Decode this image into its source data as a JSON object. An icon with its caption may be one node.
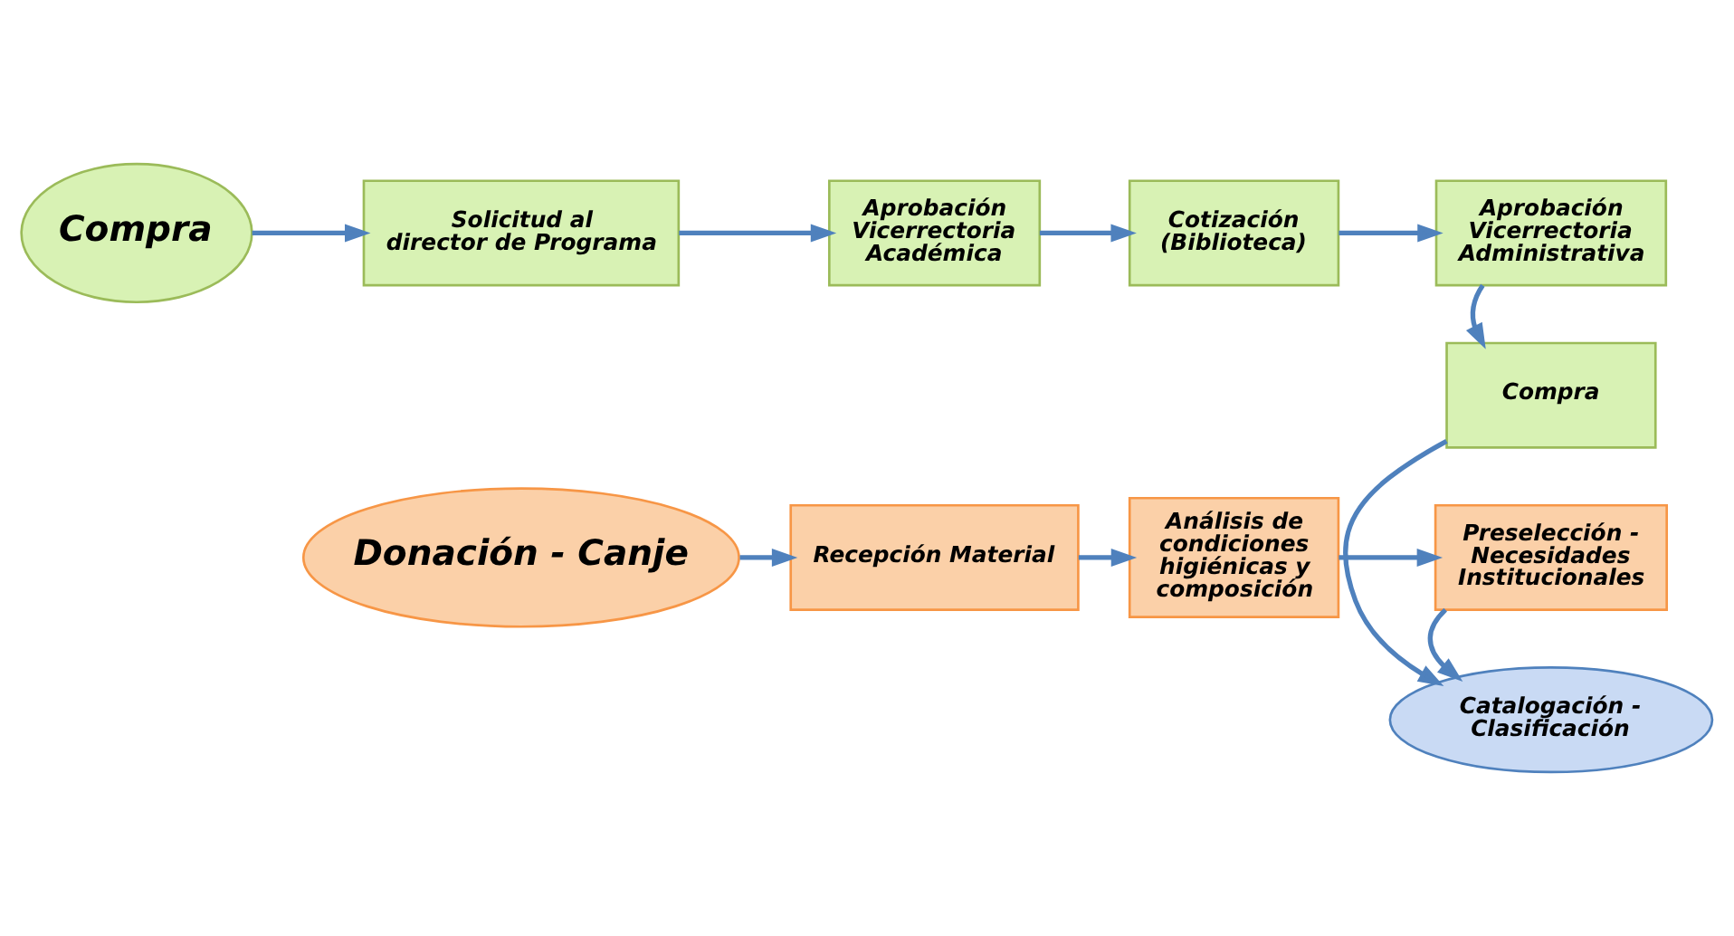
{
  "diagram": {
    "nodes": [
      {
        "text": [
          "Compra"
        ]
      },
      {
        "text": [
          "Solicitud al director de Programa"
        ]
      },
      {
        "text": [
          "Aprobación Vicerrectoria Académica"
        ]
      },
      {
        "text": [
          "Cotización (Biblioteca)"
        ]
      },
      {
        "text": [
          "Aprobación Vicerrectoria Administrativa"
        ]
      },
      {
        "text": [
          "Compra"
        ]
      },
      {
        "text": [
          "Catalogación - Clasificación"
        ]
      },
      {
        "text": [
          "Donación - Canje"
        ]
      },
      {
        "text": [
          "Recepción Material"
        ]
      },
      {
        "text": [
          "Análisis de condiciones higiénicas y composición"
        ]
      },
      {
        "text": [
          "Preselección - Necesidades Institucionales"
        ]
      }
    ],
    "edges": [
      {
        "from": 0,
        "to": 1,
        "arrow": "to"
      },
      {
        "from": 1,
        "to": 2,
        "arrow": "to"
      },
      {
        "from": 2,
        "to": 3,
        "arrow": "to"
      },
      {
        "from": 3,
        "to": 4,
        "arrow": "to"
      },
      {
        "from": 4,
        "to": 5,
        "arrow": "to"
      },
      {
        "from": 5,
        "to": 6,
        "arrow": "to"
      },
      {
        "from": 7,
        "to": 8,
        "arrow": "to"
      },
      {
        "from": 8,
        "to": 9,
        "arrow": "to"
      },
      {
        "from": 9,
        "to": 10,
        "arrow": "to"
      },
      {
        "from": 10,
        "to": 6,
        "arrow": "to"
      }
    ]
  }
}
